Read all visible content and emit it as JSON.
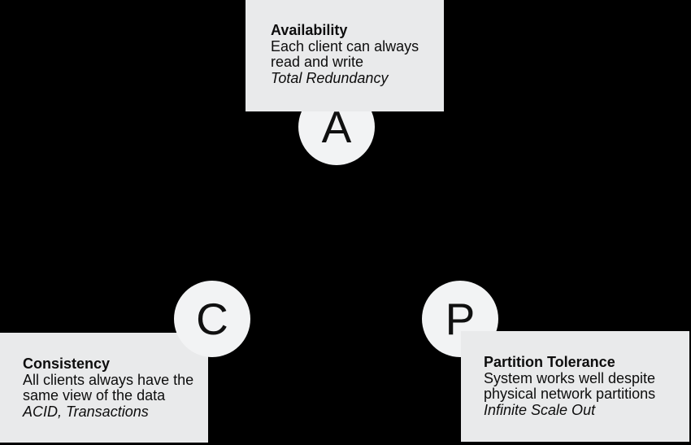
{
  "figure": {
    "description": "CAP theorem triangle diagram",
    "background_color": "#000000",
    "card_color": "#e9eaeb",
    "circle_color": "#f2f3f4",
    "text_color": "#0d0d0d"
  },
  "nodes": [
    {
      "letter": "A",
      "title": "Availability",
      "line1": "Each client can always",
      "line2": "read and write",
      "tagline": "Total Redundancy"
    },
    {
      "letter": "C",
      "title": "Consistency",
      "line1": "All clients always have the",
      "line2": "same view of the data",
      "tagline": "ACID, Transactions"
    },
    {
      "letter": "P",
      "title": "Partition Tolerance",
      "line1": "System works well despite",
      "line2": "physical network partitions",
      "tagline": "Infinite Scale Out"
    }
  ]
}
